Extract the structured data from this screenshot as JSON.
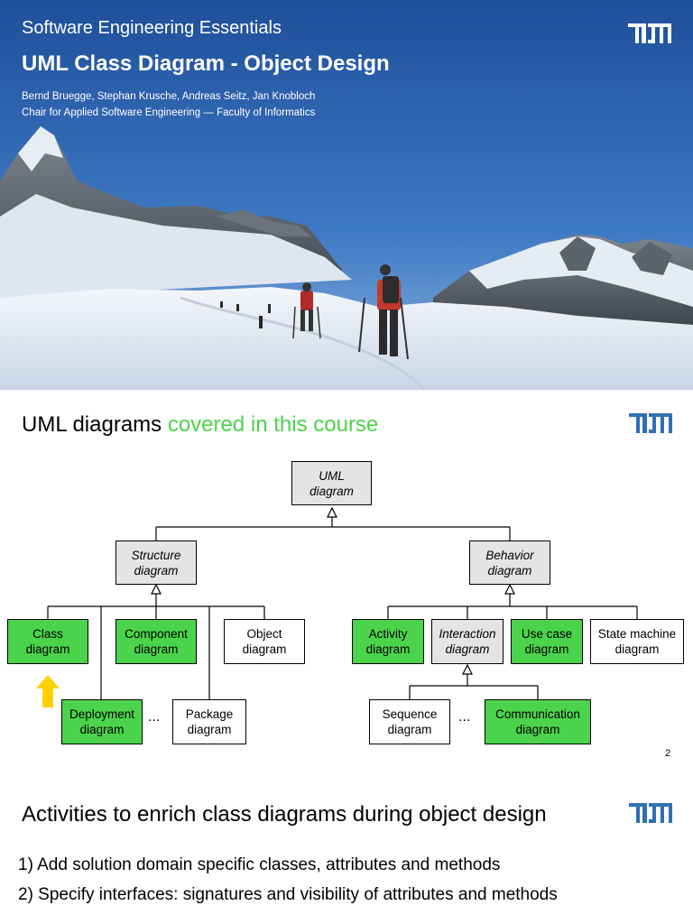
{
  "slide1": {
    "subtitle": "Software Engineering Essentials",
    "title": "UML Class Diagram - Object Design",
    "authors": "Bernd Bruegge, Stephan Krusche, Andreas Seitz, Jan Knobloch",
    "chair": "Chair for Applied Software Engineering — Faculty of Informatics",
    "photo": "mountain-ski-touring-photo"
  },
  "slide2": {
    "title_plain": "UML diagrams ",
    "title_highlight": "covered in this course",
    "colors": {
      "covered": "#4cd34c",
      "abstract": "#e4e4e4",
      "not_covered": "#ffffff",
      "arrow": "#ffd100"
    },
    "nodes": {
      "uml": "UML\ndiagram",
      "structure": "Structure\ndiagram",
      "behavior": "Behavior\ndiagram",
      "class": "Class\ndiagram",
      "component": "Component\ndiagram",
      "object": "Object\ndiagram",
      "deployment": "Deployment\ndiagram",
      "package": "Package\ndiagram",
      "activity": "Activity\ndiagram",
      "interaction": "Interaction\ndiagram",
      "usecase": "Use case\ndiagram",
      "statemachine": "State machine\ndiagram",
      "sequence": "Sequence\ndiagram",
      "communication": "Communication\ndiagram"
    },
    "ellipsis": "...",
    "page_number": "2"
  },
  "slide3": {
    "title": "Activities to enrich class diagrams during object design",
    "items": [
      "1) Add solution domain specific classes, attributes and methods",
      "2) Specify interfaces: signatures and visibility of attributes and methods"
    ]
  }
}
